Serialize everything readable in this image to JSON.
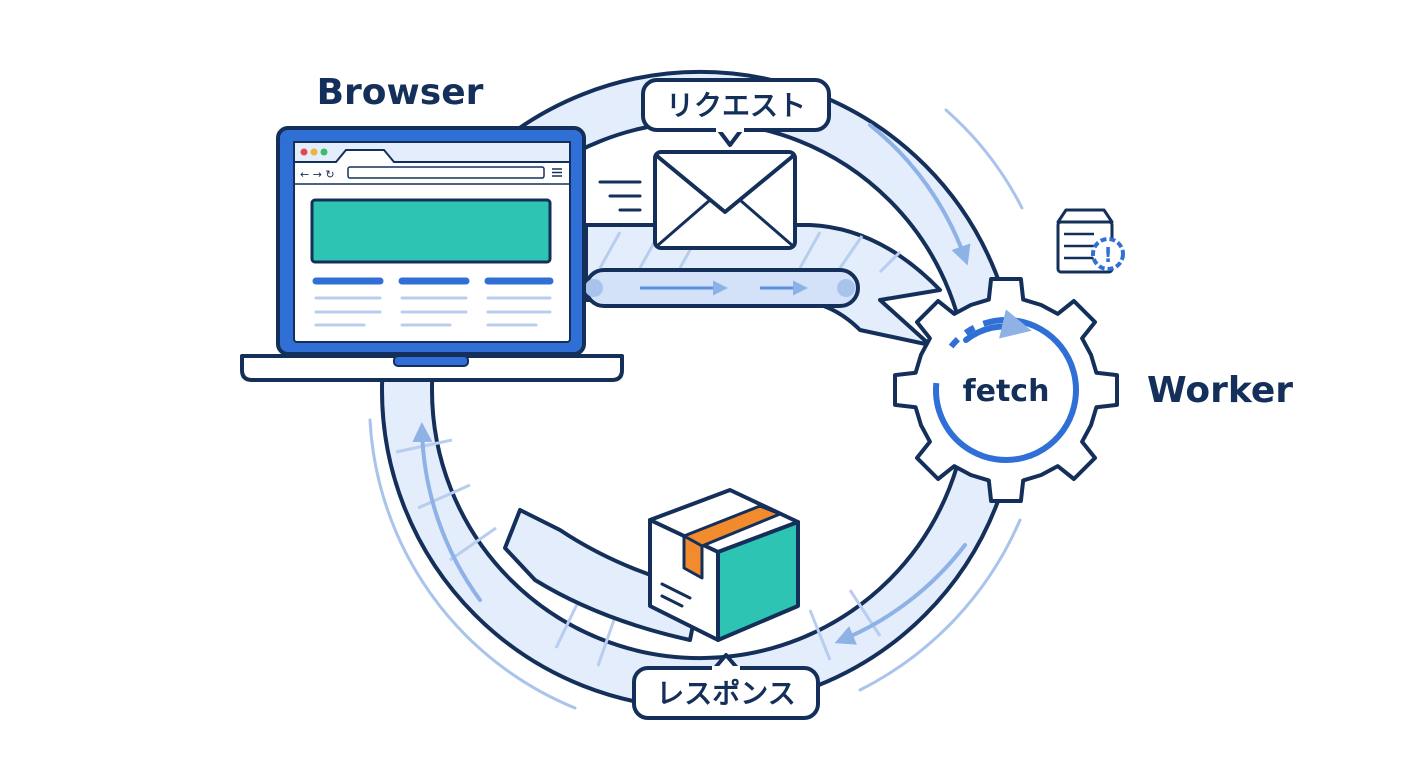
{
  "labels": {
    "browser": "Browser",
    "worker": "Worker",
    "request": "リクエスト",
    "response": "レスポンス",
    "fetch": "fetch"
  },
  "icons": {
    "browser": "laptop-browser-icon",
    "request": "envelope-icon",
    "response": "package-box-icon",
    "worker": "gear-icon",
    "server": "server-alert-icon"
  },
  "colors": {
    "outline": "#14305a",
    "primary_blue": "#2f6fd6",
    "ring_fill": "#e3edfb",
    "accent_teal": "#2ec4b4",
    "accent_orange": "#f28a2e",
    "light_line": "#9dbbe8"
  }
}
